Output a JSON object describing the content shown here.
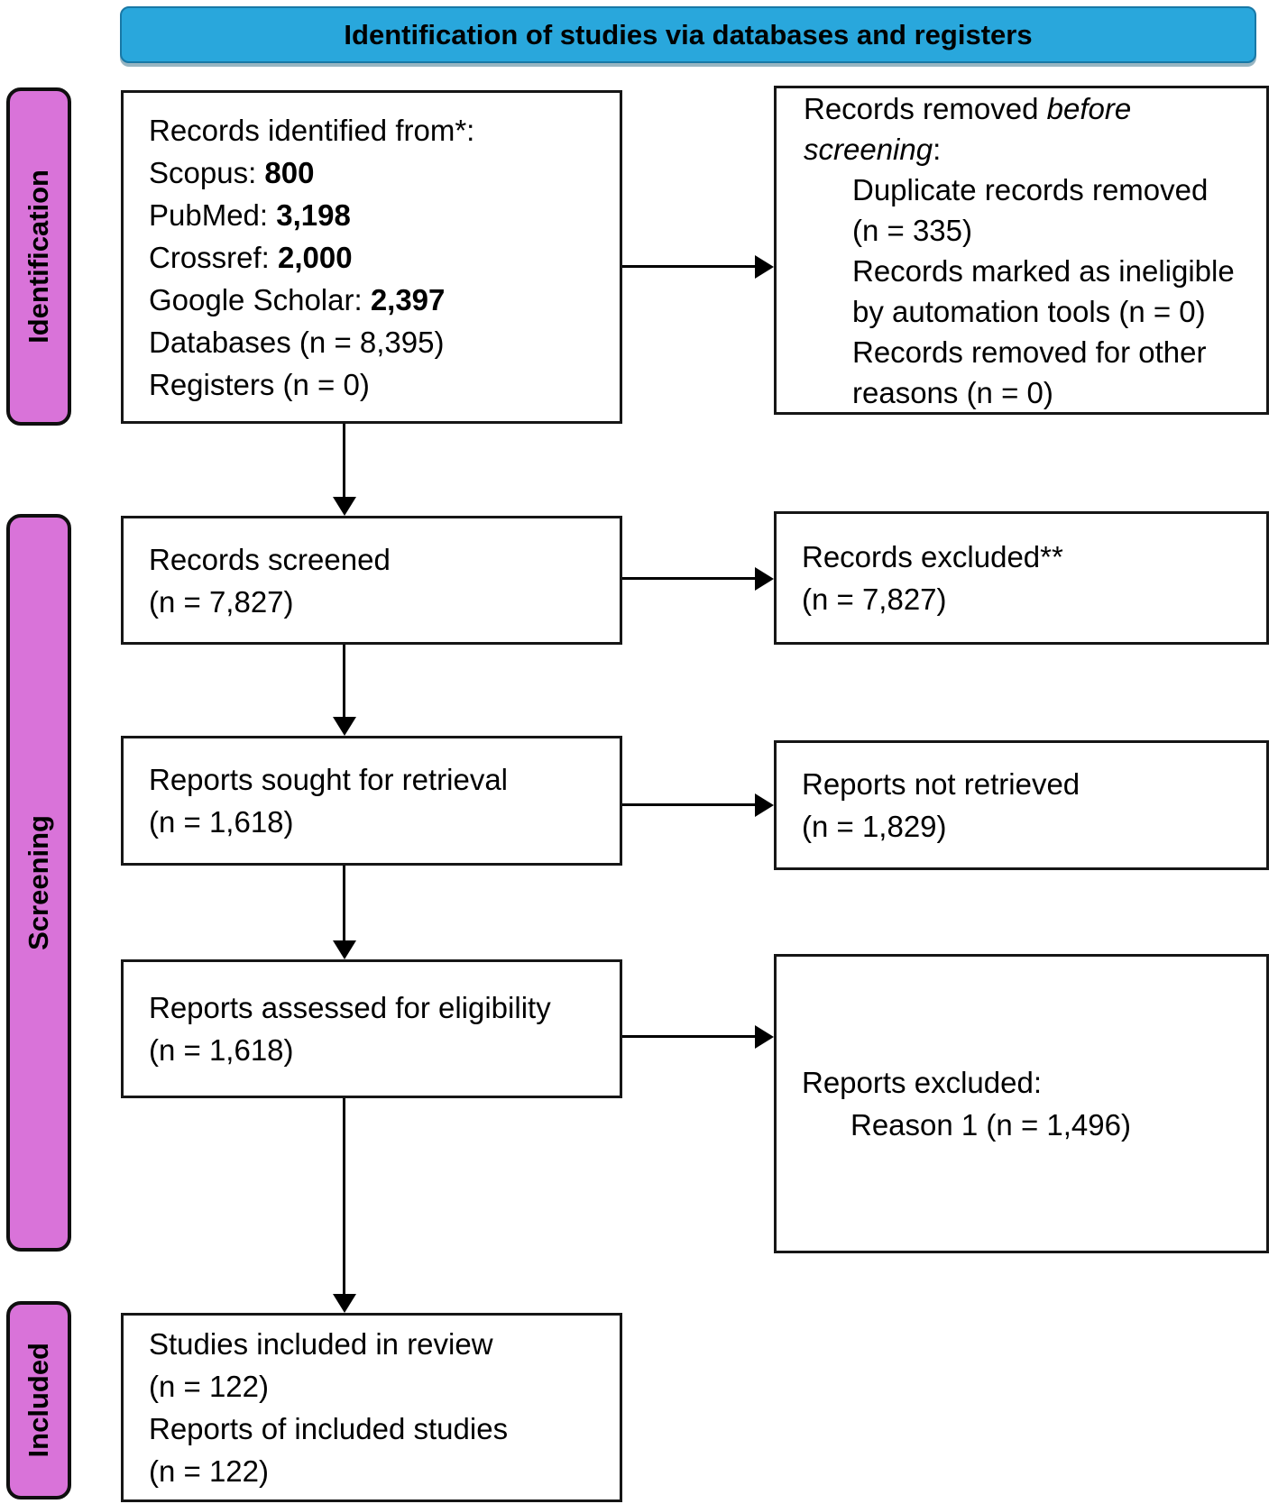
{
  "header": {
    "title": "Identification of studies via databases and registers"
  },
  "colors": {
    "header_bg": "#29A7DC",
    "header_border": "#1878A6",
    "stage_bg": "#D973D9",
    "stage_border": "#0f0f0f",
    "box_border": "#161616",
    "arrow": "#000000"
  },
  "stages": [
    {
      "label": "Identification"
    },
    {
      "label": "Screening"
    },
    {
      "label": "Included"
    }
  ],
  "boxes": {
    "records_identified": {
      "lines": [
        {
          "indent": 0,
          "segs": [
            {
              "t": "Records identified from*:"
            }
          ]
        },
        {
          "indent": 0,
          "segs": [
            {
              "t": "Scopus: "
            },
            {
              "t": "800",
              "b": 1
            }
          ]
        },
        {
          "indent": 0,
          "segs": [
            {
              "t": "PubMed: "
            },
            {
              "t": "3,198",
              "b": 1
            }
          ]
        },
        {
          "indent": 0,
          "segs": [
            {
              "t": "Crossref: "
            },
            {
              "t": "2,000",
              "b": 1
            }
          ]
        },
        {
          "indent": 0,
          "segs": [
            {
              "t": "Google Scholar: "
            },
            {
              "t": "2,397",
              "b": 1
            }
          ]
        },
        {
          "indent": 0,
          "segs": [
            {
              "t": "Databases (n = 8,395)"
            }
          ]
        },
        {
          "indent": 0,
          "segs": [
            {
              "t": "Registers (n = 0)"
            }
          ]
        }
      ]
    },
    "records_removed": {
      "lines": [
        {
          "indent": 0,
          "segs": [
            {
              "t": "Records removed "
            },
            {
              "t": "before",
              "i": 1
            }
          ]
        },
        {
          "indent": 0,
          "segs": [
            {
              "t": "screening",
              "i": 1
            },
            {
              "t": ":"
            }
          ]
        },
        {
          "indent": 1,
          "segs": [
            {
              "t": "Duplicate records removed"
            }
          ]
        },
        {
          "indent": 1,
          "segs": [
            {
              "t": "(n = 335)"
            }
          ]
        },
        {
          "indent": 1,
          "segs": [
            {
              "t": "Records marked as ineligible"
            }
          ]
        },
        {
          "indent": 1,
          "segs": [
            {
              "t": "by automation tools (n = 0)"
            }
          ]
        },
        {
          "indent": 1,
          "segs": [
            {
              "t": "Records removed for other"
            }
          ]
        },
        {
          "indent": 1,
          "segs": [
            {
              "t": "reasons (n = 0)"
            }
          ]
        }
      ]
    },
    "records_screened": {
      "lines": [
        {
          "indent": 0,
          "segs": [
            {
              "t": "Records screened"
            }
          ]
        },
        {
          "indent": 0,
          "segs": [
            {
              "t": "(n = 7,827)"
            }
          ]
        }
      ]
    },
    "records_excluded": {
      "lines": [
        {
          "indent": 0,
          "segs": [
            {
              "t": "Records excluded**"
            }
          ]
        },
        {
          "indent": 0,
          "segs": [
            {
              "t": "(n = 7,827)"
            }
          ]
        }
      ]
    },
    "reports_sought": {
      "lines": [
        {
          "indent": 0,
          "segs": [
            {
              "t": "Reports sought for retrieval"
            }
          ]
        },
        {
          "indent": 0,
          "segs": [
            {
              "t": "(n = 1,618)"
            }
          ]
        }
      ]
    },
    "reports_not_retrieved": {
      "lines": [
        {
          "indent": 0,
          "segs": [
            {
              "t": "Reports not retrieved"
            }
          ]
        },
        {
          "indent": 0,
          "segs": [
            {
              "t": "(n = 1,829)"
            }
          ]
        }
      ]
    },
    "reports_assessed": {
      "lines": [
        {
          "indent": 0,
          "segs": [
            {
              "t": "Reports assessed for eligibility"
            }
          ]
        },
        {
          "indent": 0,
          "segs": [
            {
              "t": "(n = 1,618)"
            }
          ]
        }
      ]
    },
    "reports_excluded": {
      "lines": [
        {
          "indent": 0,
          "segs": [
            {
              "t": "Reports excluded:"
            }
          ]
        },
        {
          "indent": 1,
          "segs": [
            {
              "t": "Reason 1 (n = 1,496)"
            }
          ]
        }
      ]
    },
    "studies_included": {
      "lines": [
        {
          "indent": 0,
          "segs": [
            {
              "t": "Studies included in review"
            }
          ]
        },
        {
          "indent": 0,
          "segs": [
            {
              "t": "(n = 122)"
            }
          ]
        },
        {
          "indent": 0,
          "segs": [
            {
              "t": "Reports of included studies"
            }
          ]
        },
        {
          "indent": 0,
          "segs": [
            {
              "t": "(n = 122)"
            }
          ]
        }
      ]
    }
  }
}
